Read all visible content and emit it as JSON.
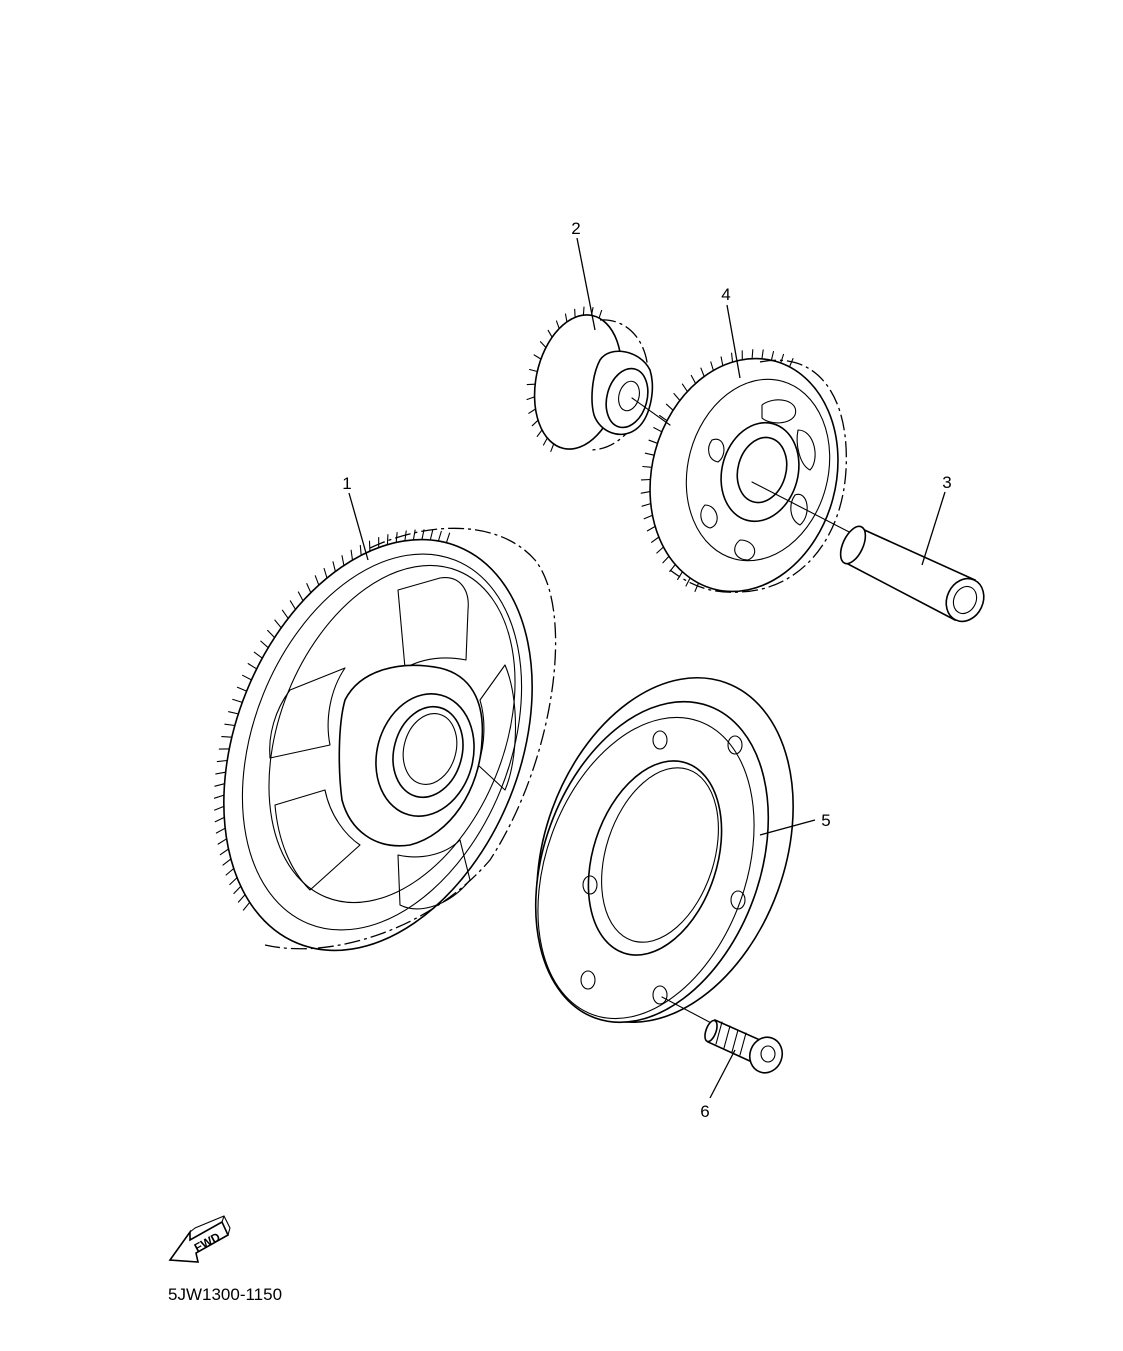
{
  "callouts": {
    "p1": "1",
    "p2": "2",
    "p3": "3",
    "p4": "4",
    "p5": "5",
    "p6": "6"
  },
  "fwd_label": "FWD",
  "diagram_code": "5JW1300-1150"
}
